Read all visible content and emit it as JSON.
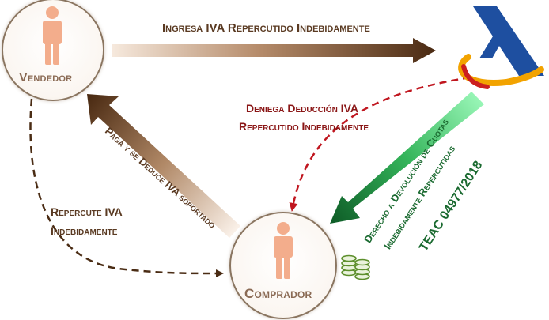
{
  "nodes": {
    "vendedor": {
      "label": "Vendedor"
    },
    "comprador": {
      "label": "Comprador"
    }
  },
  "labels": {
    "ingresa": "Ingresa IVA Repercutido Indebidamente",
    "paga_deduce": "Paga y se Deduce IVA soportado",
    "deniega_line1": "Deniega Deducción IVA",
    "deniega_line2": "Repercutido Indebidamente",
    "repercute_line1": "Repercute IVA",
    "repercute_line2": "Indebidamente",
    "derecho_line1": "Derecho a Devolución de Cuotas",
    "derecho_line2": "Indebidamente Repercutidas",
    "derecho_line3": "TEAC 04977/2018"
  },
  "icons": {
    "vendedor": "person-icon",
    "comprador": "person-icon",
    "authority": "agencia-tributaria-logo",
    "refund": "coin-stack-icon"
  },
  "colors": {
    "person": "#f3ad8c",
    "node_label": "#8a6a54",
    "brown_text": "#5a3a22",
    "red_text": "#8a1616",
    "green_text": "#1a6a30",
    "red_dash": "#c0161f",
    "brown_dash": "#4a2c14",
    "green_arrow": "#1f8a3a",
    "logo_blue": "#1e4fa0"
  }
}
